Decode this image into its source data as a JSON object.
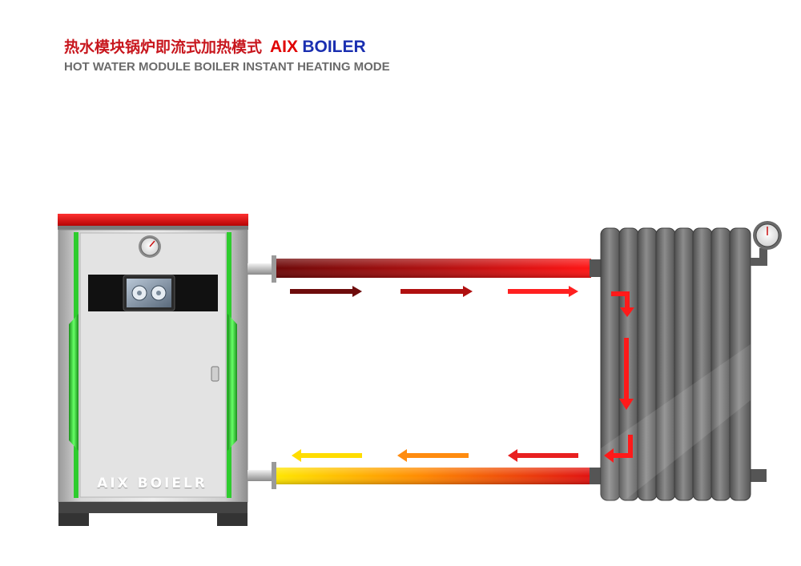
{
  "header": {
    "title_cn": "热水模块锅炉即流式加热模式",
    "title_brand_a": "AIX",
    "title_brand_b": "BOILER",
    "subtitle": "HOT WATER MODULE BOILER INSTANT HEATING MODE"
  },
  "boiler": {
    "brand_label": "AIX BOIELR"
  },
  "colors": {
    "title_red": "#c8171e",
    "brand_blue": "#1a2fb0",
    "hot_dark": "#7a0a0a",
    "hot_bright": "#ff1010",
    "return_red": "#e02020",
    "return_orange": "#ff8a00",
    "return_yellow": "#ffe000",
    "accent_green": "#33dd33",
    "radiator_gray": "#6a6a6a"
  }
}
